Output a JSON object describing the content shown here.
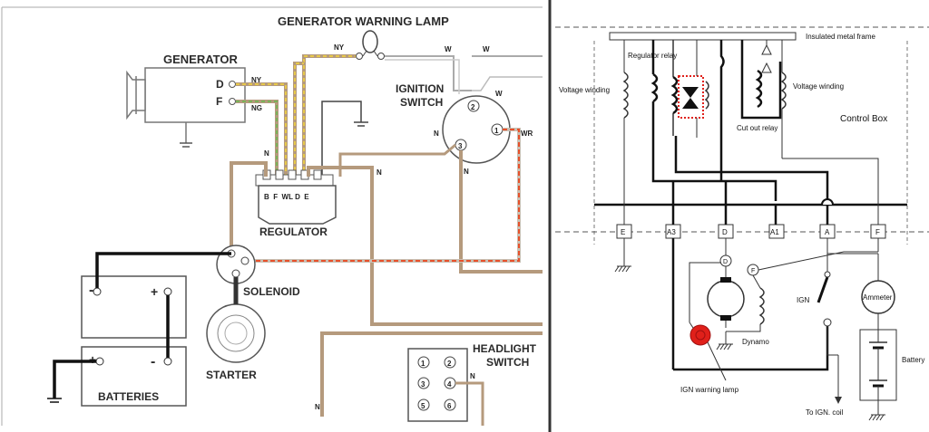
{
  "left": {
    "title_generator_lamp": "GENERATOR WARNING LAMP",
    "generator": "GENERATOR",
    "gen_d": "D",
    "gen_f": "F",
    "ignition_switch_1": "IGNITION",
    "ignition_switch_2": "SWITCH",
    "regulator": "REGULATOR",
    "reg_terminals": "B  F  WL D  E",
    "solenoid": "SOLENOID",
    "starter": "STARTER",
    "batteries": "BATTERIES",
    "headlight_1": "HEADLIGHT",
    "headlight_2": "SWITCH",
    "wire_ny_1": "NY",
    "wire_ny_2": "NY",
    "wire_ng": "NG",
    "wire_w1": "W",
    "wire_w2": "W",
    "wire_w3": "W",
    "wire_wr": "WR",
    "wire_n1": "N",
    "wire_n2": "N",
    "wire_n3": "N",
    "wire_n4": "N",
    "wire_n5": "N",
    "sw_1": "1",
    "sw_2": "2",
    "sw_3": "3",
    "plus_top": "+",
    "minus_top": "-",
    "plus_bot": "+",
    "minus_bot": "-",
    "hl_nums": [
      "1",
      "2",
      "3",
      "4",
      "5",
      "6"
    ]
  },
  "right": {
    "insulated_frame": "Insulated metal frame",
    "regulator_relay": "Regulator relay",
    "voltage_winding_left": "Voltage winding",
    "voltage_winding_right": "Voltage winding",
    "cut_out_relay": "Cut out relay",
    "control_box": "Control Box",
    "terminals": [
      "E",
      "A3",
      "D",
      "A1",
      "A",
      "F"
    ],
    "dyn_d": "D",
    "dyn_f": "F",
    "ign": "IGN",
    "ammeter": "Ammeter",
    "dynamo": "Dynamo",
    "battery": "Battery",
    "ign_warning_lamp": "IGN warning lamp",
    "to_ign_coil": "To IGN. coil"
  },
  "colors": {
    "wire_tan": "#b59a7d",
    "wire_red_dash": "#e8502a",
    "wire_yellow": "#e6c84a",
    "wire_green": "#7ab35a",
    "lamp_red": "#e0201a"
  }
}
